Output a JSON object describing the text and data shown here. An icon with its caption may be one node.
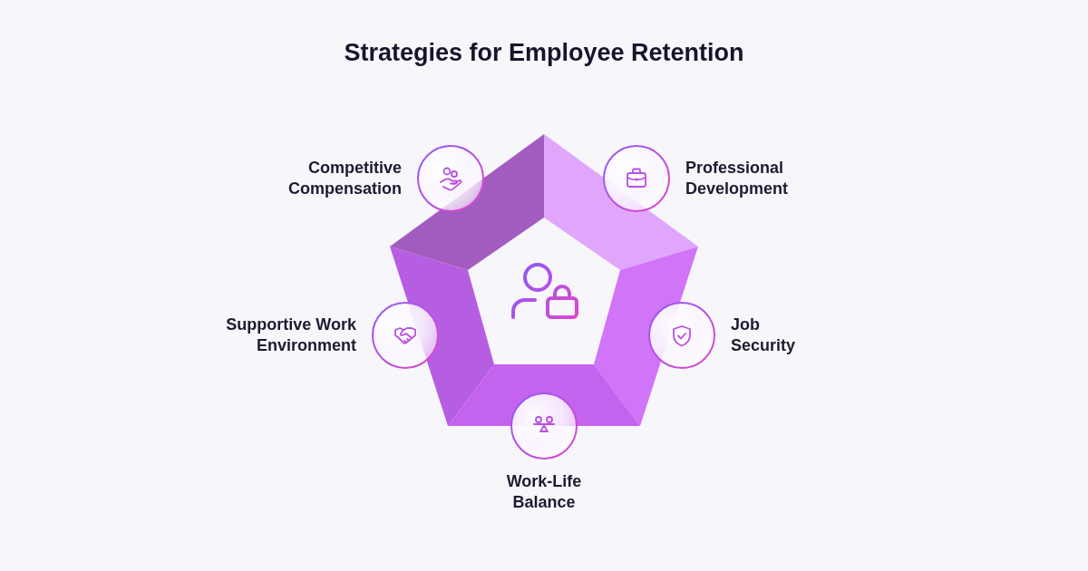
{
  "diagram": {
    "title": "Strategies for Employee Retention",
    "nodes": [
      {
        "text": [
          "Competitive Compensation"
        ]
      },
      {
        "text": [
          "Professional Development"
        ]
      },
      {
        "text": [
          "Supportive Work Environment"
        ]
      },
      {
        "text": [
          "Job Security"
        ]
      },
      {
        "text": [
          "Work-Life Balance"
        ]
      }
    ]
  }
}
